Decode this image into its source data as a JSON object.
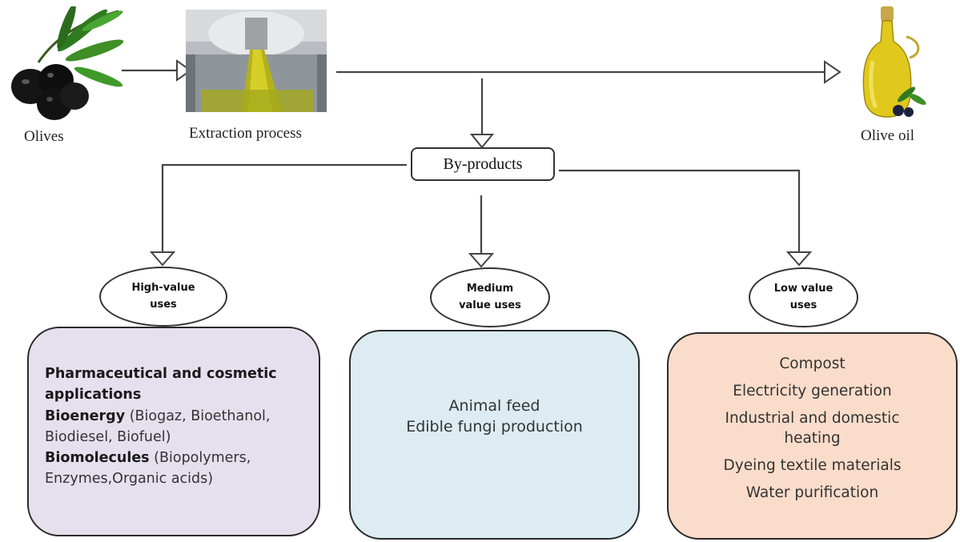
{
  "top": {
    "olives_label": "Olives",
    "extraction_label": "Extraction process",
    "oil_label": "Olive oil",
    "byproducts_label": "By-products"
  },
  "uses": {
    "high": {
      "title": "High-value uses",
      "title_line1": "High-value",
      "title_line2": "uses",
      "items": [
        {
          "bold": "Pharmaceutical  and cosmetic applications",
          "rest": ""
        },
        {
          "bold": "Bioenergy",
          "rest": " (Biogaz, Bioethanol, Biodiesel, Biofuel)"
        },
        {
          "bold": "Biomolecules",
          "rest": " (Biopolymers, Enzymes,Organic acids)"
        }
      ]
    },
    "medium": {
      "title_line1": "Medium",
      "title_line2": "value uses",
      "items": [
        "Animal feed",
        "Edible fungi production"
      ]
    },
    "low": {
      "title_line1": "Low value",
      "title_line2": "uses",
      "items": [
        "Compost",
        "Electricity generation",
        "Industrial and domestic heating",
        "Dyeing textile materials",
        "Water purification"
      ]
    }
  },
  "colors": {
    "high_box": "#e6e0ee",
    "medium_box": "#dcecf2",
    "low_box": "#f9dcca",
    "line": "#444444"
  }
}
